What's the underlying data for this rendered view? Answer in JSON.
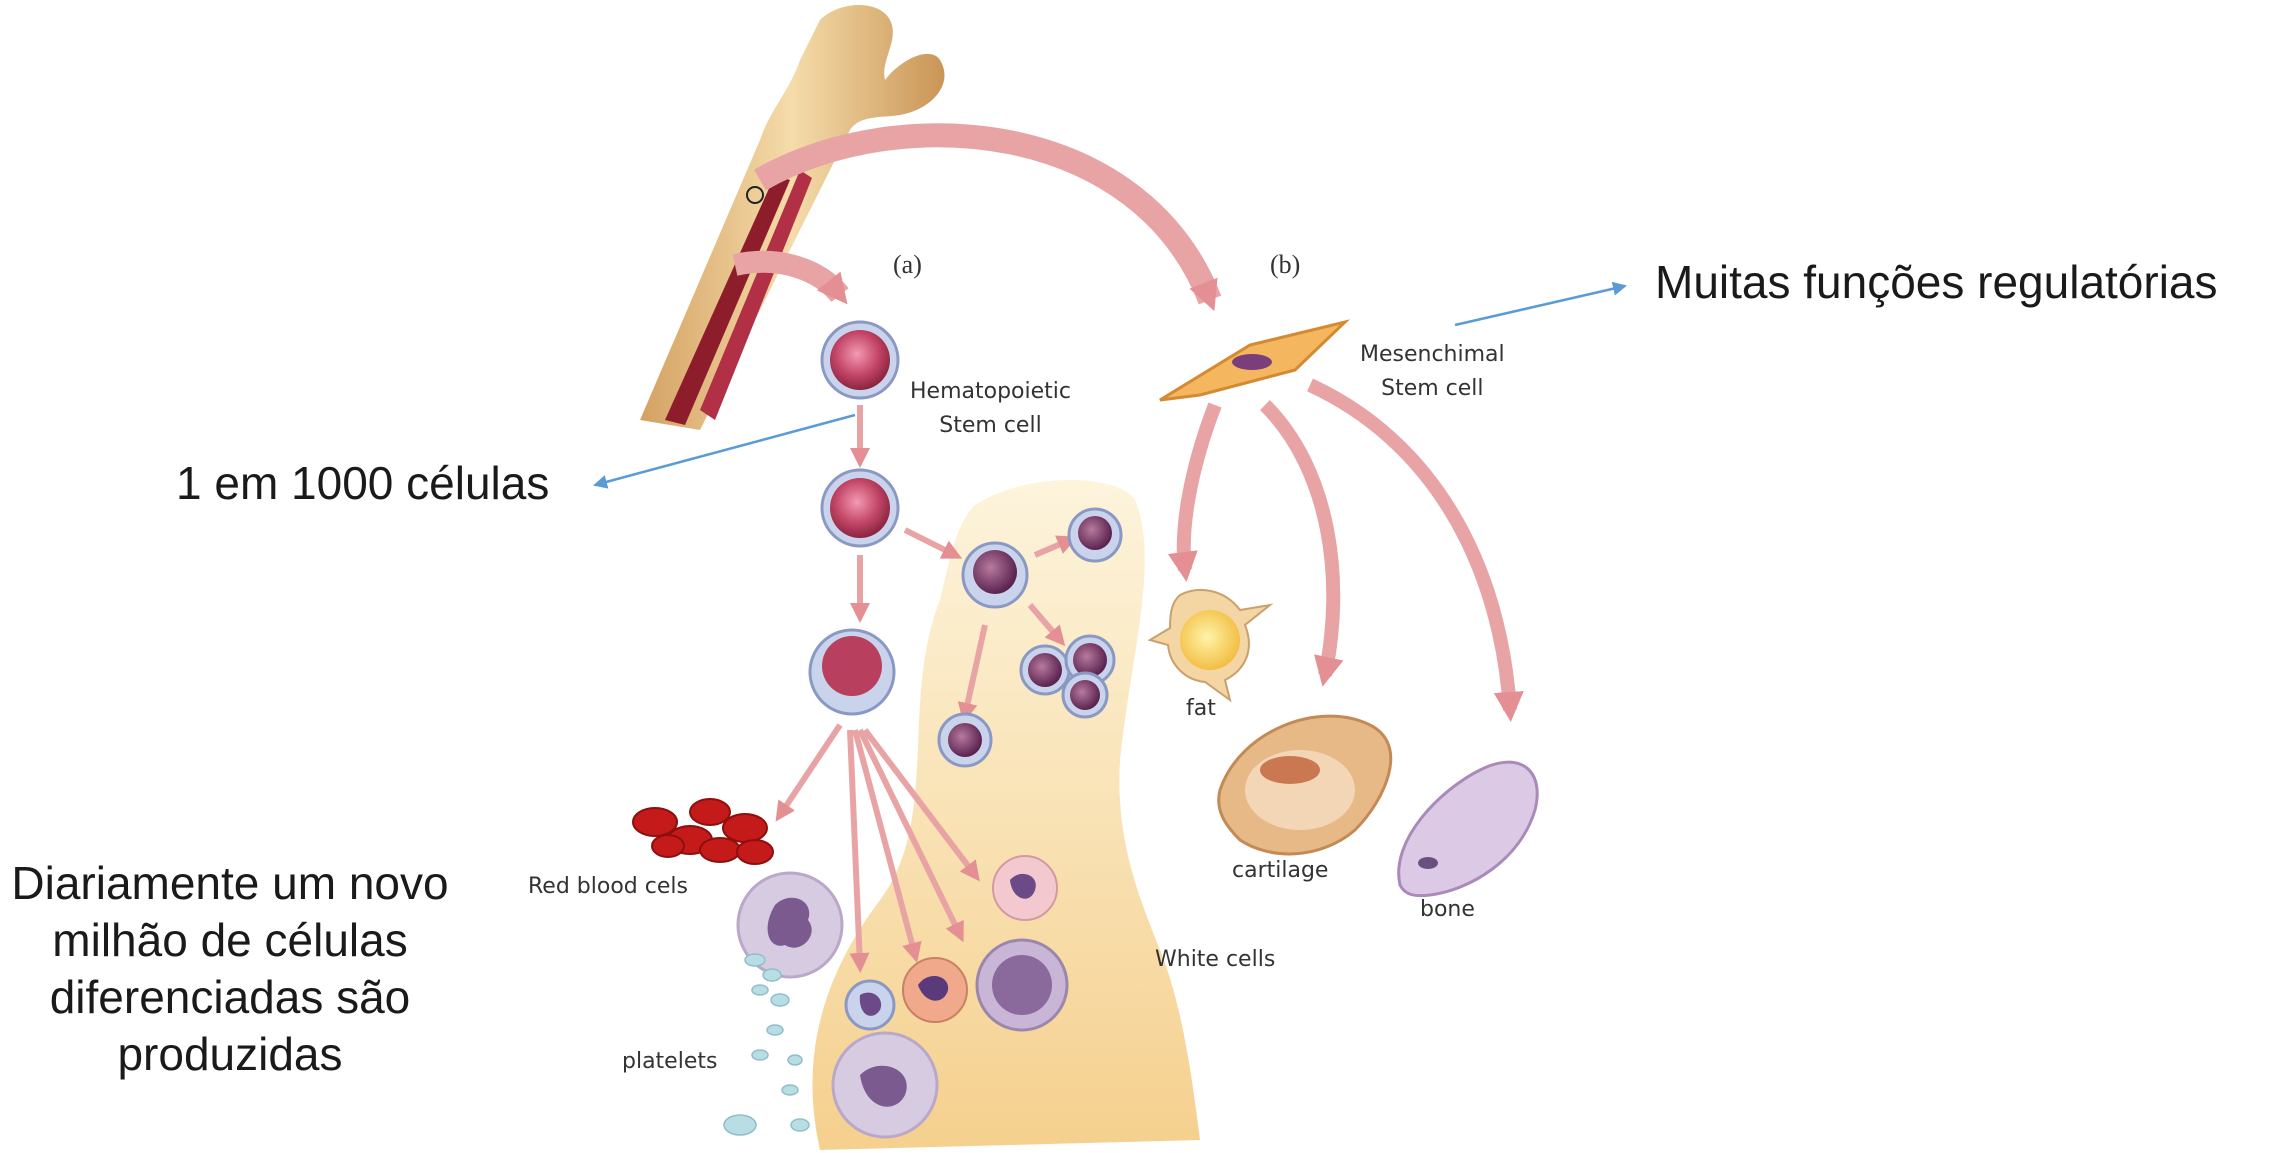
{
  "panels": {
    "a": "(a)",
    "b": "(b)"
  },
  "labels": {
    "hematopoietic_line1": "Hematopoietic",
    "hematopoietic_line2": "Stem cell",
    "mesenchimal_line1": "Mesenchimal",
    "mesenchimal_line2": "Stem cell",
    "red_blood": "Red blood cels",
    "platelets": "platelets",
    "white_cells": "White cells",
    "fat": "fat",
    "cartilage": "cartilage",
    "bone": "bone"
  },
  "annotations": {
    "regulatory": "Muitas funções regulatórias",
    "one_in_1000": "1 em 1000 células",
    "daily_line1": "Diariamente um novo",
    "daily_line2": "milhão de células",
    "daily_line3": "diferenciadas são",
    "daily_line4": "produzidas"
  },
  "colors": {
    "annotation_arrow": "#5b9bd5",
    "flow_arrow": "#e6a3a3",
    "bone": "#e9c891",
    "marrow": "#8e1d2b",
    "white_cell_region": "#f8dca6",
    "stem_cell": "#b8405e",
    "mesenchymal_cell": "#f2b25a",
    "red_blood_cell": "#c41a1a"
  }
}
